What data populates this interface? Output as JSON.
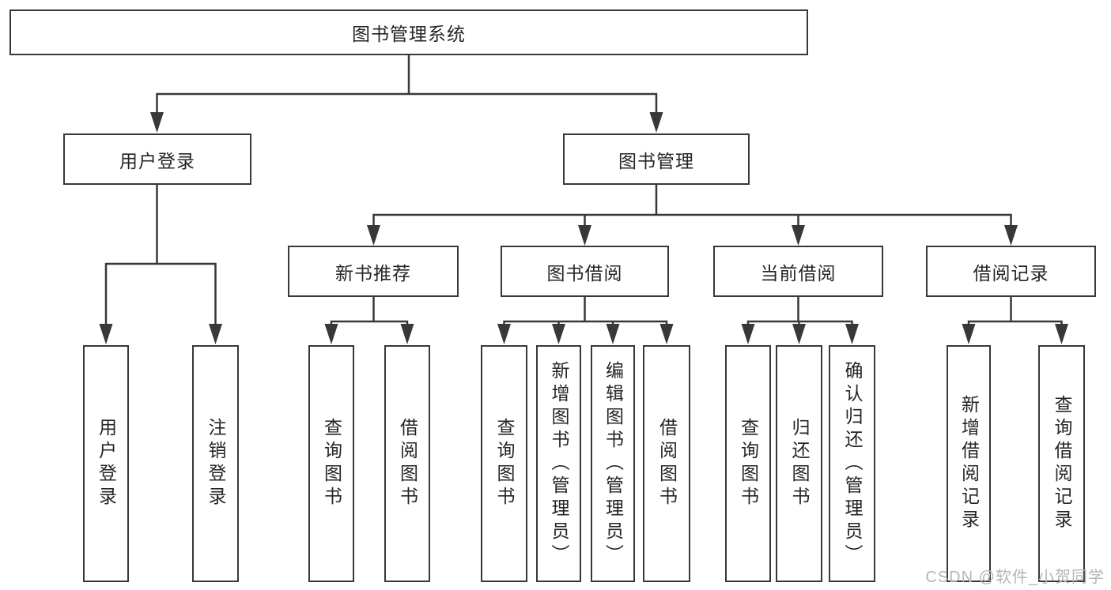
{
  "colors": {
    "line": "#383838",
    "box_border": "#383838",
    "text": "#262626",
    "background": "#ffffff",
    "watermark": "#b5b5b5"
  },
  "watermark": "CSDN @软件_小贺同学",
  "tree": {
    "label": "图书管理系统",
    "children": [
      {
        "label": "用户登录",
        "children": [
          {
            "label": "用户登录"
          },
          {
            "label": "注销登录"
          }
        ]
      },
      {
        "label": "图书管理",
        "children": [
          {
            "label": "新书推荐",
            "children": [
              {
                "label": "查询图书"
              },
              {
                "label": "借阅图书"
              }
            ]
          },
          {
            "label": "图书借阅",
            "children": [
              {
                "label": "查询图书"
              },
              {
                "label": "新增图书（管理员）"
              },
              {
                "label": "编辑图书（管理员）"
              },
              {
                "label": "借阅图书"
              }
            ]
          },
          {
            "label": "当前借阅",
            "children": [
              {
                "label": "查询图书"
              },
              {
                "label": "归还图书"
              },
              {
                "label": "确认归还（管理员）"
              }
            ]
          },
          {
            "label": "借阅记录",
            "children": [
              {
                "label": "新增借阅记录"
              },
              {
                "label": "查询借阅记录"
              }
            ]
          }
        ]
      }
    ]
  }
}
